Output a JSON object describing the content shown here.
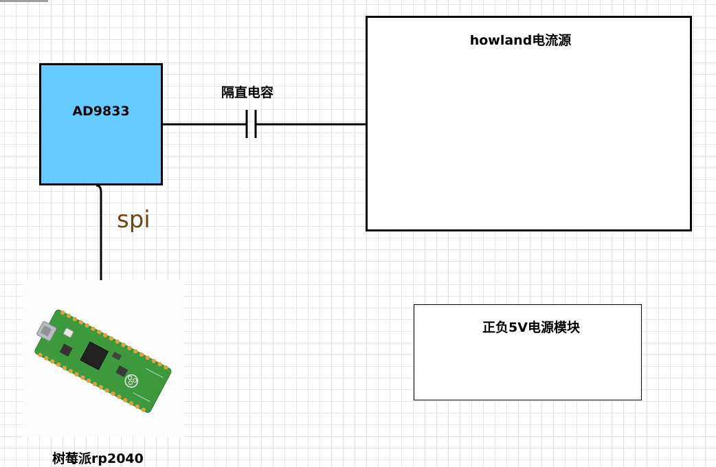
{
  "diagram": {
    "ad9833": {
      "label": "AD9833"
    },
    "coupling_cap": {
      "label": "隔直电容"
    },
    "howland": {
      "label": "howland电流源"
    },
    "bus": {
      "label": "spi"
    },
    "mcu": {
      "label": "树莓派rp2040"
    },
    "power": {
      "label": "正负5V电源模块"
    }
  },
  "colors": {
    "ad9833_fill": "#66ccff",
    "spi_label": "#6b4513",
    "pcb": "#3c9a3c"
  }
}
